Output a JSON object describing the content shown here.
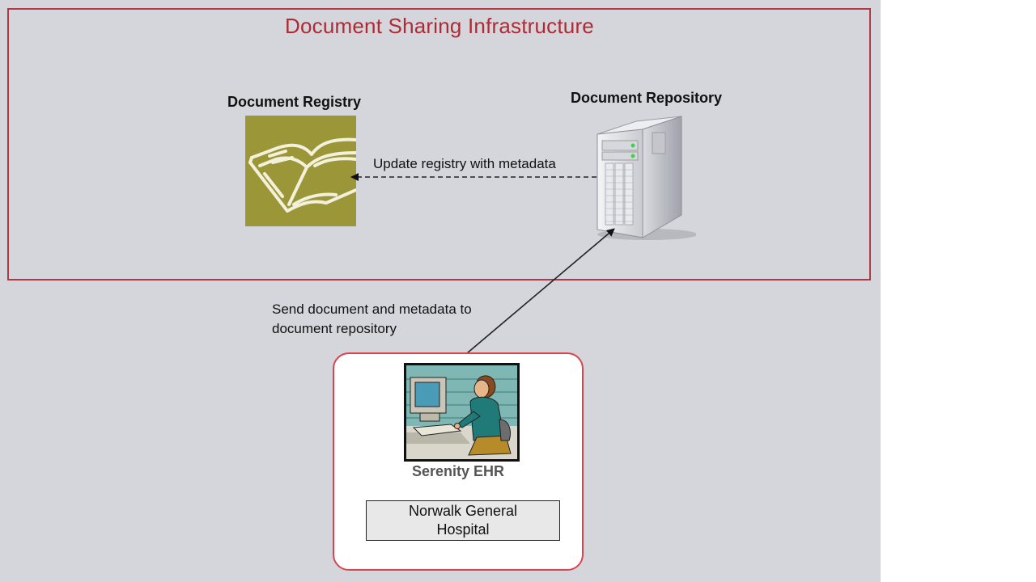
{
  "infrastructure": {
    "title": "Document Sharing Infrastructure",
    "border_color": "#b03a42"
  },
  "registry": {
    "title": "Document Registry",
    "icon": "open-book-icon",
    "color": "#9b9638"
  },
  "repository": {
    "title": "Document Repository",
    "icon": "server-tower-icon"
  },
  "edges": {
    "update": {
      "label": "Update registry with metadata",
      "style": "dashed"
    },
    "send": {
      "label_line1": "Send document and metadata to",
      "label_line2": "document repository",
      "style": "solid"
    }
  },
  "ehr": {
    "title": "Serenity EHR",
    "icon": "person-at-computer-icon",
    "border_color": "#d8454f"
  },
  "hospital": {
    "label": "Norwalk General Hospital"
  }
}
